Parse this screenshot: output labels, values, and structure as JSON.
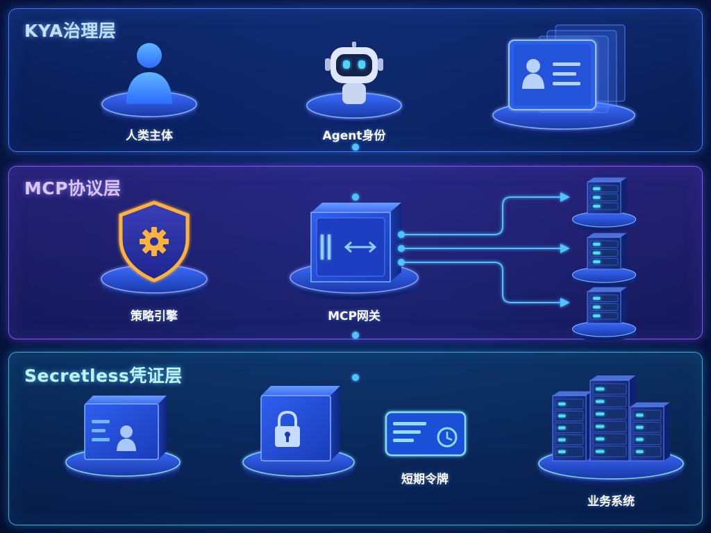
{
  "layers": {
    "kya": {
      "title": "KYA治理层",
      "nodes": {
        "human": "人类主体",
        "agent": "Agent身份"
      }
    },
    "mcp": {
      "title": "MCP协议层",
      "nodes": {
        "policy": "策略引擎",
        "gateway": "MCP网关"
      }
    },
    "secretless": {
      "title": "Secretless凭证层",
      "nodes": {
        "token": "短期令牌",
        "business": "业务系统"
      }
    }
  },
  "colors": {
    "kya_border": "#3f7bff",
    "mcp_border": "#7a5cff",
    "secretless_border": "#2fb0d8",
    "connector": "#4fc3ff",
    "shield": "#ffb23a"
  },
  "icons": [
    "person-icon",
    "robot-icon",
    "id-card-icon",
    "shield-gear-icon",
    "gateway-cube-icon",
    "server-icon",
    "lock-icon",
    "token-clock-icon"
  ]
}
